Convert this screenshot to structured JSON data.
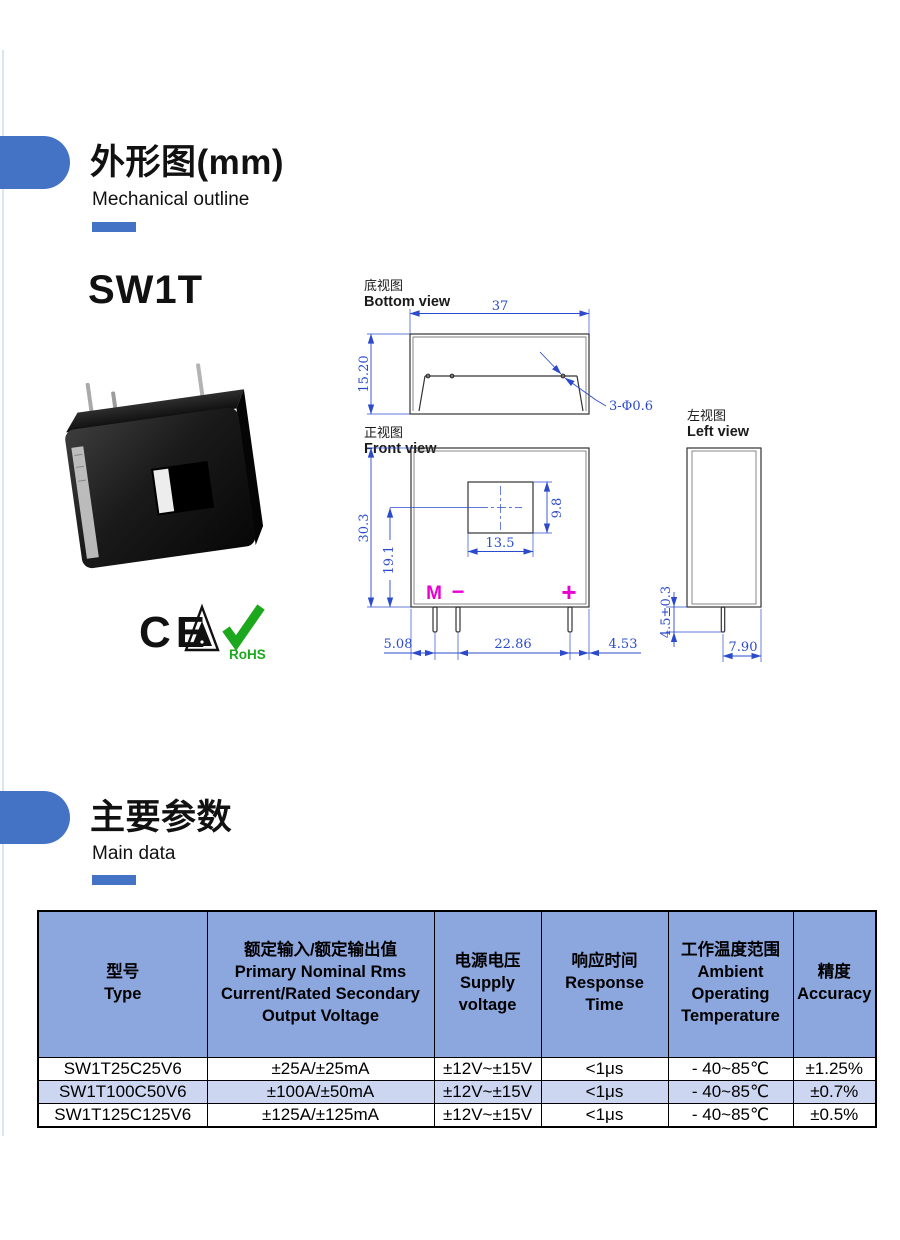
{
  "accent_color": "#4472c4",
  "section_mech": {
    "title": "外形图(mm)",
    "subtitle": "Mechanical outline"
  },
  "product": {
    "model": "SW1T"
  },
  "certs": {
    "ce": "CE",
    "rohs": "RoHS"
  },
  "drawings": {
    "dim_color": "#2b4bcc",
    "mark_color": "#e800cf",
    "bottom": {
      "label_zh": "底视图",
      "label_en": "Bottom view",
      "dim_width": "37",
      "dim_height": "15.20",
      "dim_holes": "3-Φ0.6"
    },
    "front": {
      "label_zh": "正视图",
      "label_en": "Front view",
      "dim_overall_height": "30.3",
      "dim_center_height": "19.1",
      "dim_window_height": "9.8",
      "dim_window_width": "13.5",
      "dim_pin_left": "5.08",
      "dim_pin_span": "22.86",
      "dim_pin_right": "4.53",
      "mark_m": "M",
      "mark_minus": "−",
      "mark_plus": "+"
    },
    "left": {
      "label_zh": "左视图",
      "label_en": "Left view",
      "dim_pin_length": "4.5±0.3",
      "dim_depth": "7.90"
    }
  },
  "section_main": {
    "title": "主要参数",
    "subtitle": "Main data"
  },
  "table": {
    "header_bg": "#8ca6de",
    "row_alt_bg": "#ccd6f0",
    "columns": [
      {
        "zh": "型号",
        "en": "Type"
      },
      {
        "zh": "额定输入/额定输出值",
        "en": "Primary Nominal Rms Current/Rated Secondary Output Voltage"
      },
      {
        "zh": "电源电压",
        "en": "Supply voltage"
      },
      {
        "zh": "响应时间",
        "en": "Response Time"
      },
      {
        "zh": "工作温度范围",
        "en": "Ambient Operating Temperature"
      },
      {
        "zh": "精度",
        "en": "Accuracy"
      }
    ],
    "rows": [
      [
        "SW1T25C25V6",
        "±25A/±25mA",
        "±12V~±15V",
        "<1μs",
        "- 40~85℃",
        "±1.25%"
      ],
      [
        "SW1T100C50V6",
        "±100A/±50mA",
        "±12V~±15V",
        "<1μs",
        "- 40~85℃",
        "±0.7%"
      ],
      [
        "SW1T125C125V6",
        "±125A/±125mA",
        "±12V~±15V",
        "<1μs",
        "- 40~85℃",
        "±0.5%"
      ]
    ]
  }
}
